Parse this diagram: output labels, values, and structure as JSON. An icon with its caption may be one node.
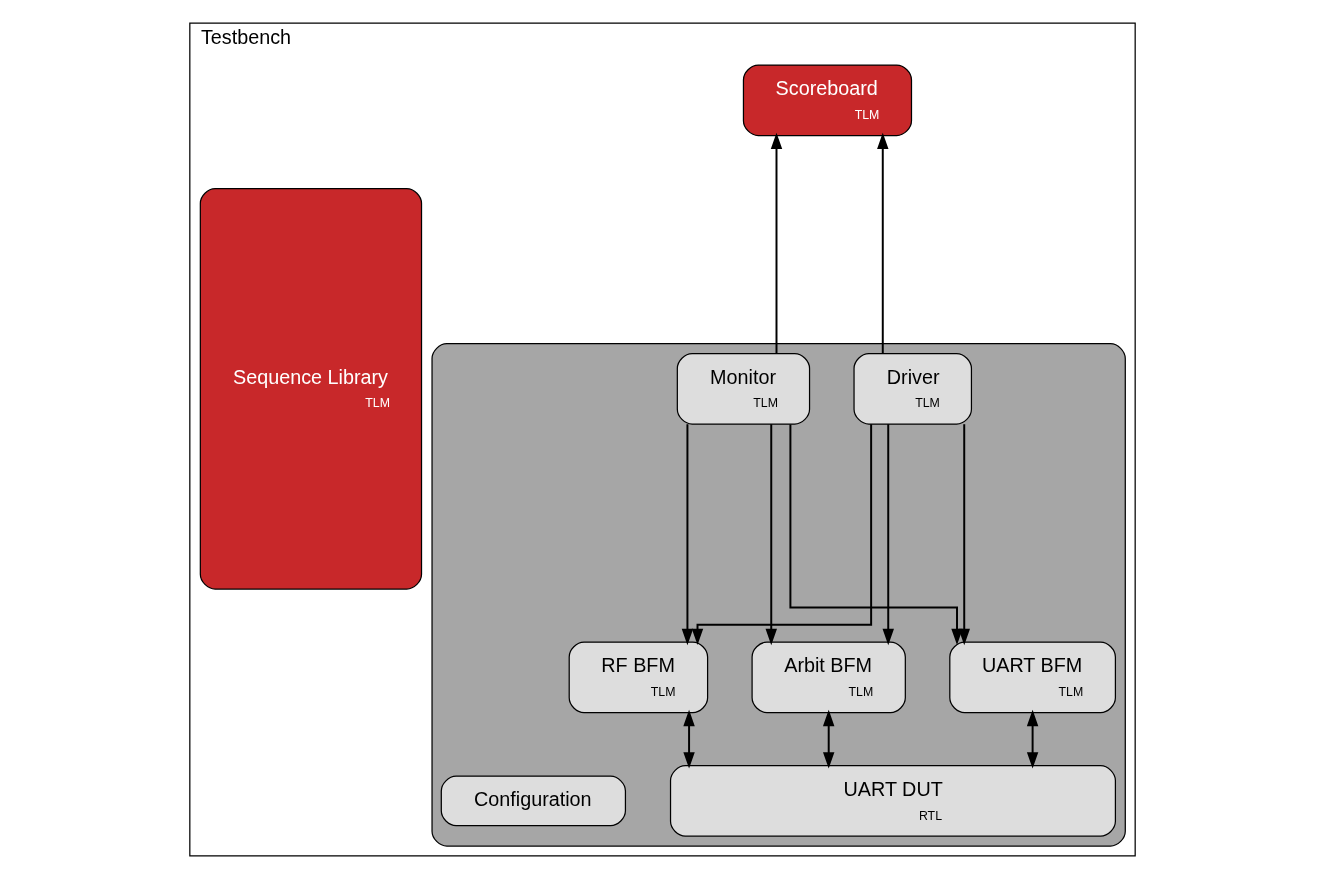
{
  "diagram": {
    "nodes": [
      {
        "text": [
          "Testbench"
        ]
      },
      {
        "text": [
          "Scoreboard",
          "TLM"
        ],
        "in": 0
      },
      {
        "text": [
          "Sequence Library",
          "TLM"
        ],
        "in": 0
      },
      {
        "text": [],
        "shape": "box",
        "in": 0
      },
      {
        "text": [
          "Driver",
          "TLM"
        ],
        "in": 3
      },
      {
        "text": [
          "Monitor",
          "TLM"
        ],
        "in": 3
      },
      {
        "text": [
          "UART BFM",
          "TLM"
        ],
        "in": 3
      },
      {
        "text": [
          "RF BFM",
          "TLM"
        ],
        "in": 3
      },
      {
        "text": [
          "Arbit BFM",
          "TLM"
        ],
        "in": 3
      },
      {
        "text": [
          "UART DUT",
          "RTL"
        ],
        "in": 3
      },
      {
        "text": [
          "Configuration"
        ],
        "in": 3
      }
    ],
    "edges": [
      {
        "from": 4,
        "to": 1,
        "arrow": "to"
      },
      {
        "from": 5,
        "to": 1,
        "arrow": "to"
      },
      {
        "from": 4,
        "to": 6,
        "arrow": "to"
      },
      {
        "from": 4,
        "to": 7,
        "arrow": "to"
      },
      {
        "from": 4,
        "to": 8,
        "arrow": "to"
      },
      {
        "from": 5,
        "to": 6,
        "arrow": "to"
      },
      {
        "from": 5,
        "to": 7,
        "arrow": "to"
      },
      {
        "from": 5,
        "to": 8,
        "arrow": "to"
      },
      {
        "from": 6,
        "to": 9,
        "arrow": "both"
      },
      {
        "from": 7,
        "to": 9,
        "arrow": "both"
      },
      {
        "from": 8,
        "to": 9,
        "arrow": "both"
      }
    ]
  }
}
